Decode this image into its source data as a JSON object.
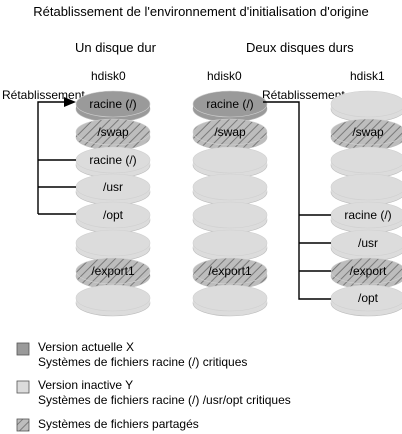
{
  "title": "Rétablissement de l'environnement d'initialisation d'origine",
  "colors": {
    "current": "#9a9a9a",
    "inactive": "#dcdcdc",
    "shared_fill": "#bdbdbd",
    "shared_hatch": "#7a7a7a",
    "line": "#000000"
  },
  "panels": {
    "one_disk": {
      "heading": "Un disque dur",
      "disk_label": "hdisk0",
      "slice_labels": [
        "racine (/)",
        "/swap",
        "racine (/)",
        "/usr",
        "/opt",
        "",
        "/export1",
        ""
      ],
      "slice_kinds": [
        "current",
        "shared",
        "inactive",
        "inactive",
        "inactive",
        "inactive",
        "shared",
        "inactive"
      ],
      "fallback_label": "Rétablissement"
    },
    "two_disks": {
      "heading": "Deux disques durs",
      "disk0_label": "hdisk0",
      "disk0_slice_labels": [
        "racine (/)",
        "/swap",
        "",
        "",
        "",
        "",
        "/export1",
        ""
      ],
      "disk0_slice_kinds": [
        "current",
        "shared",
        "inactive",
        "inactive",
        "inactive",
        "inactive",
        "shared",
        "inactive"
      ],
      "disk1_label": "hdisk1",
      "disk1_slice_labels": [
        "",
        "/swap",
        "",
        "",
        "racine (/)",
        "/usr",
        "/export",
        "/opt"
      ],
      "disk1_slice_kinds": [
        "inactive",
        "shared",
        "inactive",
        "inactive",
        "inactive",
        "inactive",
        "shared",
        "inactive"
      ],
      "fallback_label": "Rétablissement"
    }
  },
  "legend": {
    "current_line1": "Version actuelle X",
    "current_line2": "Systèmes de fichiers racine (/) critiques",
    "inactive_line1": "Version inactive Y",
    "inactive_line2": "Systèmes de fichiers racine (/) /usr/opt critiques",
    "shared_line1": "Systèmes de fichiers partagés"
  }
}
